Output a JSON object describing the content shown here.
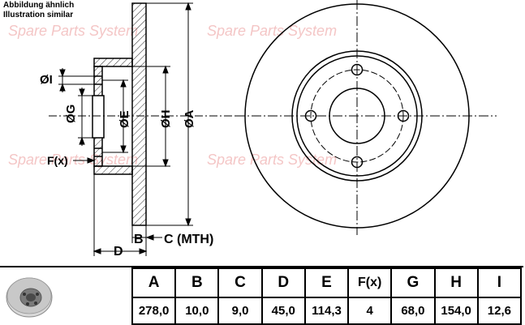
{
  "caption": {
    "line1": "Abbildung ähnlich",
    "line2": "Illustration similar"
  },
  "watermark": {
    "text": "Spare Parts System",
    "color": "#f4c6c6"
  },
  "dimension_labels": {
    "I": "ØI",
    "G": "ØG",
    "E": "ØE",
    "H": "ØH",
    "A": "ØA",
    "F": "F(x)",
    "B": "B",
    "C": "C (MTH)",
    "D": "D"
  },
  "spec_table": {
    "headers": [
      "A",
      "B",
      "C",
      "D",
      "E",
      "F(x)",
      "G",
      "H",
      "I"
    ],
    "values": [
      "278,0",
      "10,0",
      "9,0",
      "45,0",
      "114,3",
      "4",
      "68,0",
      "154,0",
      "12,6"
    ]
  },
  "colors": {
    "line": "#000000",
    "hatch": "#333333",
    "watermark": "#f4c6c6"
  }
}
